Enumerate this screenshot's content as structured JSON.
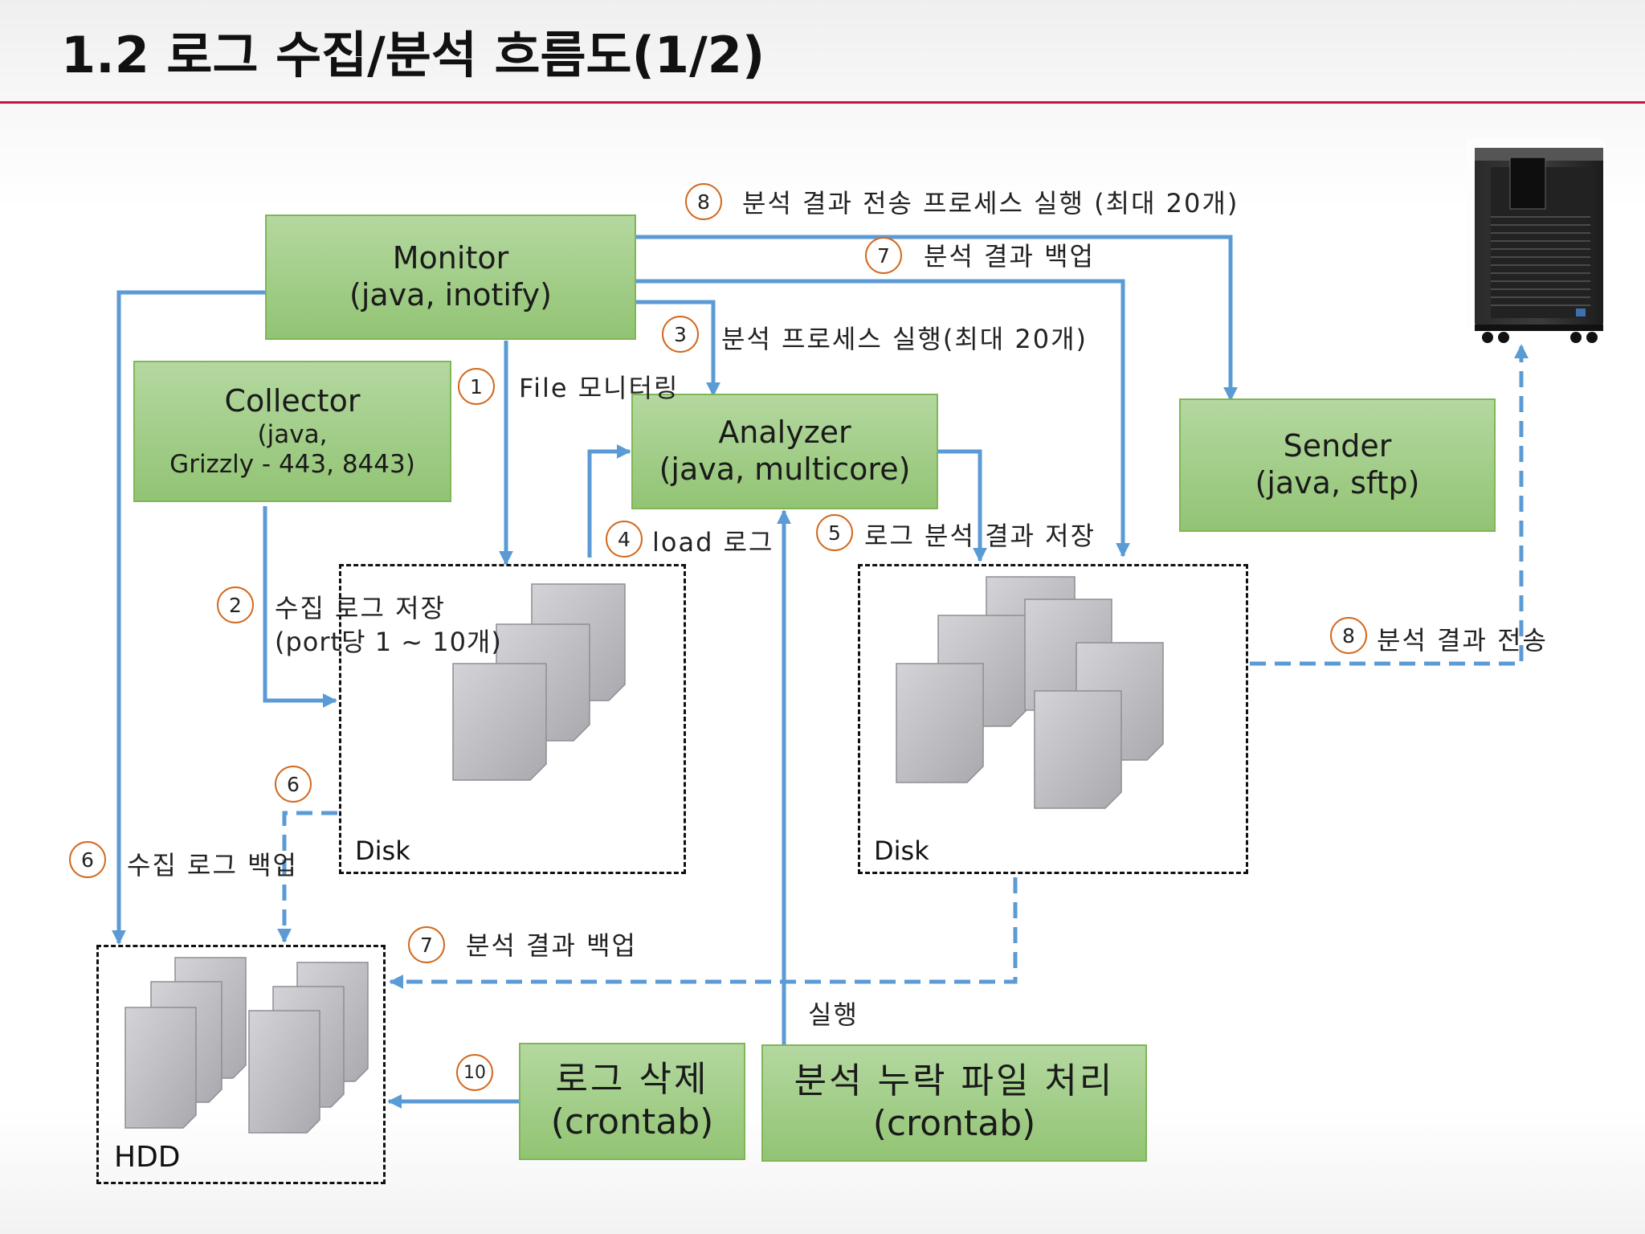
{
  "page": {
    "title": "1.2 로그 수집/분석 흐름도(1/2)"
  },
  "components": {
    "monitor": {
      "name": "Monitor",
      "detail": "(java, inotify)"
    },
    "collector": {
      "name": "Collector",
      "detail1": "(java,",
      "detail2": "Grizzly - 443, 8443)"
    },
    "analyzer": {
      "name": "Analyzer",
      "detail": "(java, multicore)"
    },
    "sender": {
      "name": "Sender",
      "detail": "(java, sftp)"
    },
    "log_delete": {
      "name": "로그 삭제",
      "detail": "(crontab)"
    },
    "missing_files": {
      "name": "분석 누락 파일 처리",
      "detail": "(crontab)"
    }
  },
  "storage": {
    "disk_left": "Disk",
    "disk_right": "Disk",
    "hdd": "HDD"
  },
  "steps": {
    "s1": {
      "num": "1",
      "label": "File 모니터링"
    },
    "s2": {
      "num": "2",
      "label1": "수집 로그 저장",
      "label2": "(port당 1 ~ 10개)"
    },
    "s3": {
      "num": "3",
      "label": "분석 프로세스 실행(최대 20개)"
    },
    "s4": {
      "num": "4",
      "label": "load 로그"
    },
    "s5": {
      "num": "5",
      "label": "로그 분석 결과 저장"
    },
    "s6a": {
      "num": "6"
    },
    "s6b": {
      "num": "6",
      "label": "수집 로그 백업"
    },
    "s7a": {
      "num": "7",
      "label": "분석 결과 백업"
    },
    "s7b": {
      "num": "7",
      "label": "분석 결과 백업"
    },
    "s8a": {
      "num": "8",
      "label": "분석 결과 전송 프로세스 실행 (최대 20개)"
    },
    "s8b": {
      "num": "8",
      "label": "분석 결과 전송"
    },
    "s10": {
      "num": "10"
    },
    "run": {
      "label": "실행"
    }
  },
  "colors": {
    "arrow": "#5b9bd5",
    "box_fill": "#9ccc80",
    "box_border": "#7fb657",
    "step_circle": "#d2691e",
    "title_rule": "#c8143c"
  },
  "icons": {
    "server": "server-tower-icon",
    "file": "document-icon"
  }
}
